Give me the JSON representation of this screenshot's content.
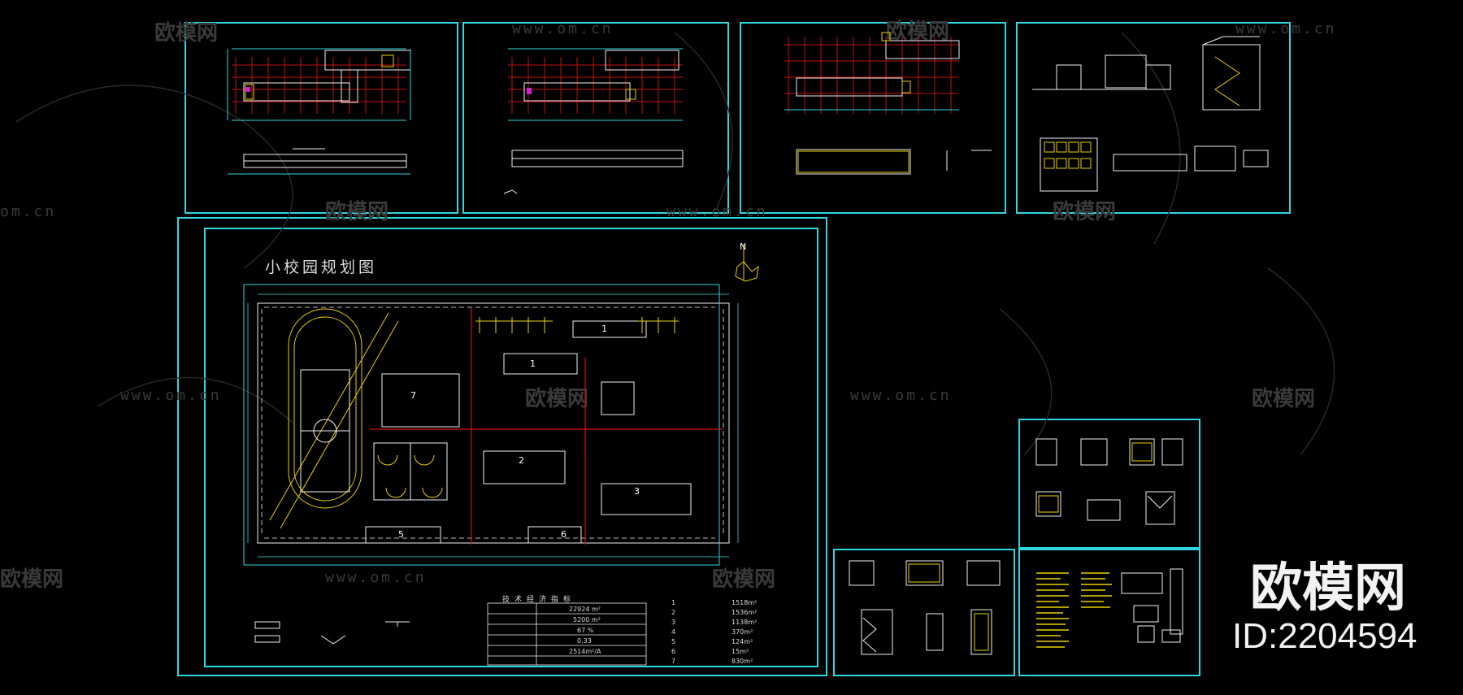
{
  "watermarks": {
    "brand_cn": "欧模网",
    "url": "www.om.cn",
    "url_fragment": "om.cn"
  },
  "brand": {
    "name": "欧模网",
    "id_label": "ID:2204594"
  },
  "site_plan": {
    "title": "小校园规划图",
    "north_label": "N",
    "building_numbers": [
      "1",
      "1",
      "2",
      "3",
      "5",
      "6",
      "7"
    ],
    "table_title": "技术经济指标",
    "table_values": [
      "22924 m²",
      "5200 m²",
      "67 %",
      "0.33",
      "2514m²/A"
    ],
    "index_numbers": [
      "1",
      "2",
      "3",
      "4",
      "5",
      "6",
      "7"
    ],
    "index_values": [
      "1518m²",
      "1536m²",
      "1138m²",
      "370m²",
      "124m²",
      "15m²",
      "830m²"
    ]
  },
  "colors": {
    "border": "#2fd7e0",
    "background": "#000000",
    "linework": "#f2f2f2",
    "accent_red": "#d01010",
    "accent_yellow": "#e8d000"
  }
}
